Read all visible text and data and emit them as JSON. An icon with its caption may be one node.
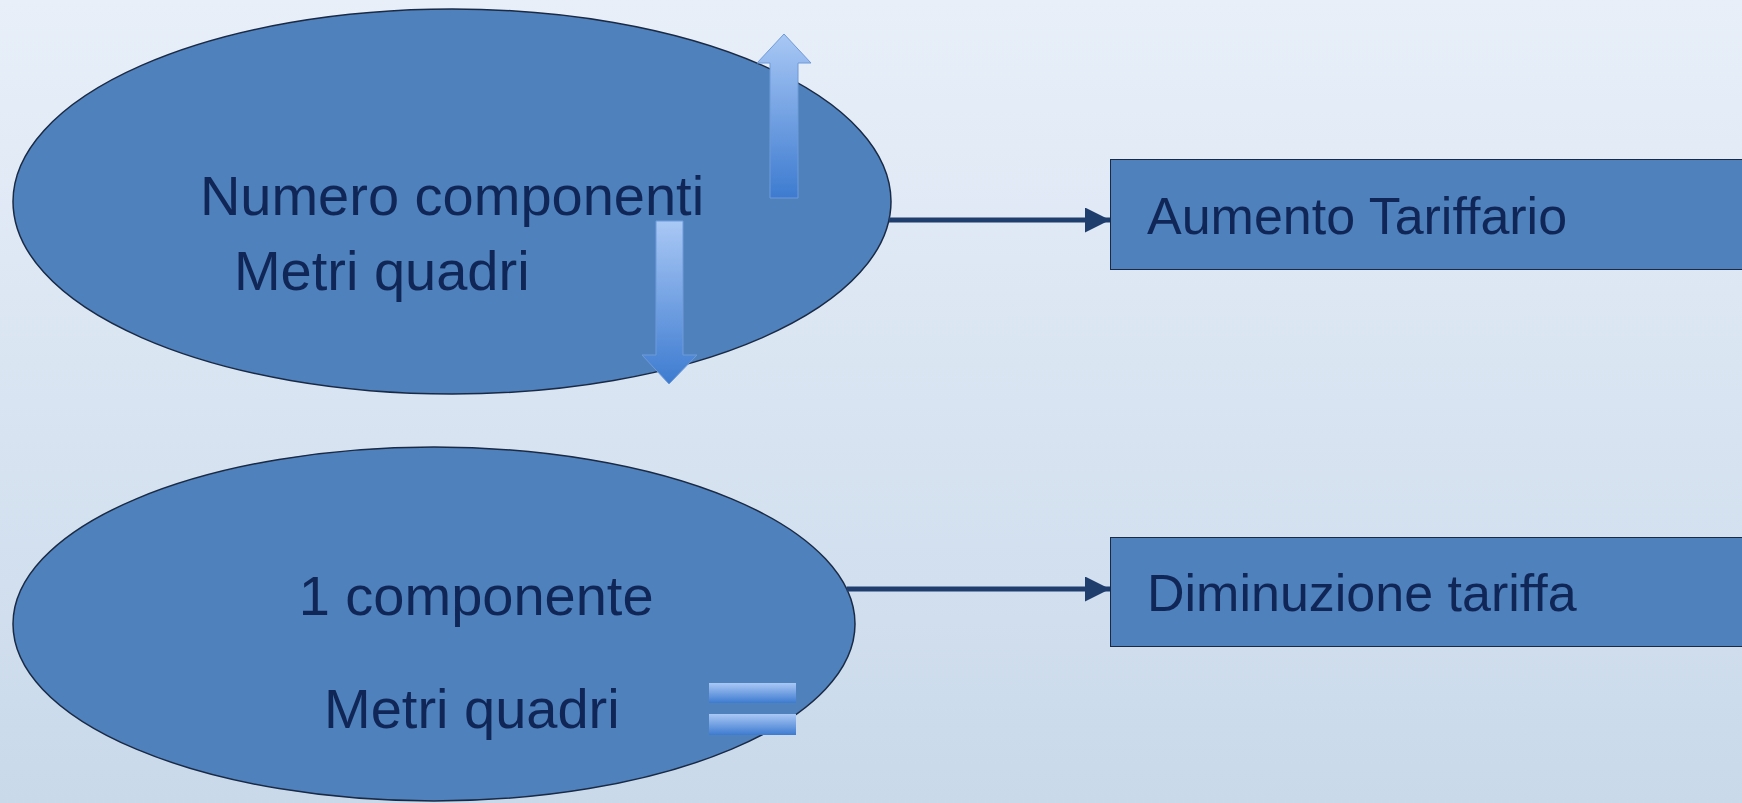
{
  "diagram": {
    "nodes": [
      {
        "text": [
          "Numero componenti",
          "Metri quadri"
        ]
      },
      {
        "text": [
          "Aumento Tariffario"
        ]
      },
      {
        "text": [
          "1 componente",
          "Metri quadri"
        ]
      },
      {
        "text": [
          "Diminuzione tariffa"
        ]
      }
    ],
    "edges": [
      {
        "from": 0,
        "to": 1,
        "arrow": "to"
      },
      {
        "from": 2,
        "to": 3,
        "arrow": "to"
      }
    ]
  }
}
